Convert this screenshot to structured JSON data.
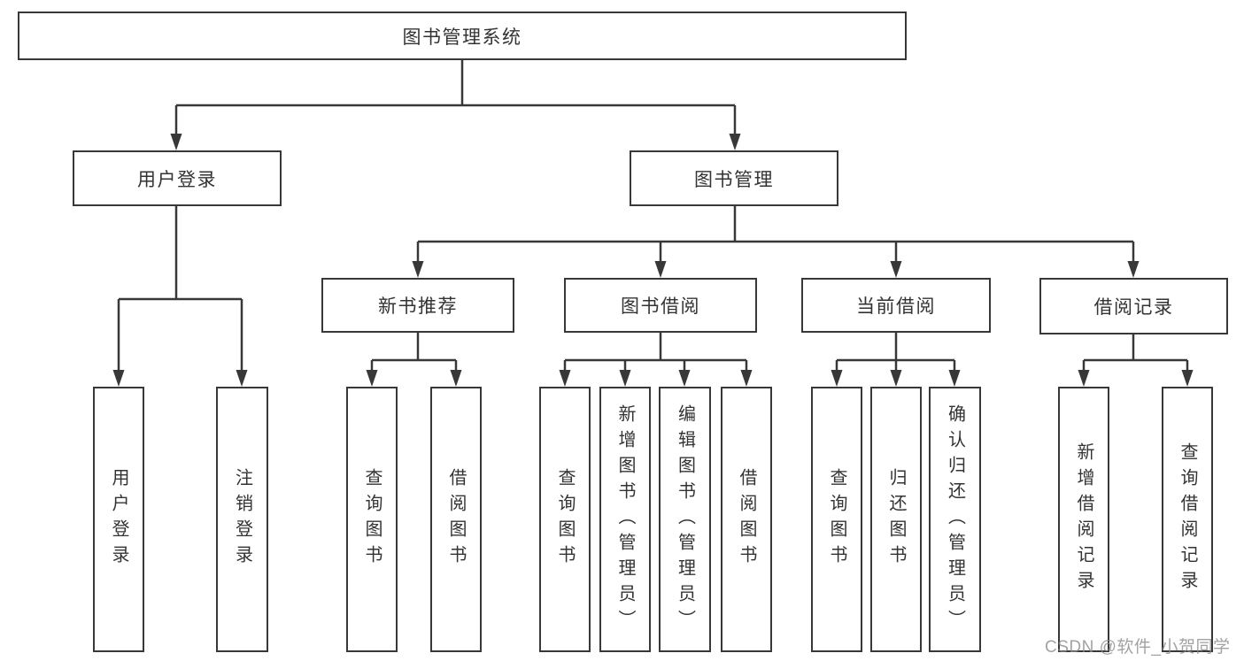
{
  "tree": {
    "label": "图书管理系统",
    "children": [
      {
        "label": "用户登录",
        "children": [
          {
            "label": "用户登录"
          },
          {
            "label": "注销登录"
          }
        ]
      },
      {
        "label": "图书管理",
        "children": [
          {
            "label": "新书推荐",
            "children": [
              {
                "label": "查询图书"
              },
              {
                "label": "借阅图书"
              }
            ]
          },
          {
            "label": "图书借阅",
            "children": [
              {
                "label": "查询图书"
              },
              {
                "label": "新增图书（管理员）"
              },
              {
                "label": "编辑图书（管理员）"
              },
              {
                "label": "借阅图书"
              }
            ]
          },
          {
            "label": "当前借阅",
            "children": [
              {
                "label": "查询图书"
              },
              {
                "label": "归还图书"
              },
              {
                "label": "确认归还（管理员）"
              }
            ]
          },
          {
            "label": "借阅记录",
            "children": [
              {
                "label": "新增借阅记录"
              },
              {
                "label": "查询借阅记录"
              }
            ]
          }
        ]
      }
    ]
  },
  "watermark": {
    "text": "CSDN @软件_小贺同学"
  },
  "colors": {
    "line": "#383838",
    "text": "#333333",
    "box_fill": "#ffffff",
    "background": "#ffffff",
    "watermark": "#8c8c8c"
  }
}
